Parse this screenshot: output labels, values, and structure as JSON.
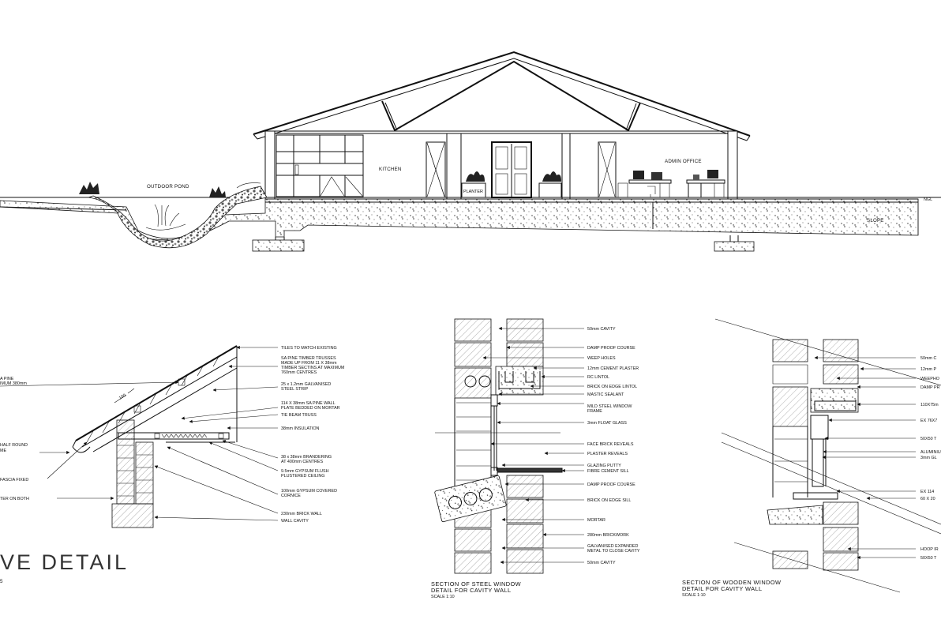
{
  "section": {
    "labels": {
      "outdoor_pond": "OUTDOOR POND",
      "kitchen": "KITCHEN",
      "admin_office": "ADMIN OFFICE",
      "planter": "PLANTER",
      "ngl": "NGL",
      "slope": "SLOPE"
    }
  },
  "eave_detail": {
    "title": "VE DETAIL",
    "scale": "5",
    "notes": [
      "TILES TO MATCH EXISTING",
      "SA PINE TIMBER TRUSSES",
      "MADE UP FROM 11 X 38mm",
      "TIMBER SECTINS AT MAXIMUM",
      "760mm CENTRES",
      "25 x 1.2mm GALVANISED",
      "STEEL STRIP",
      "114 X 38mm SA PINE WALL",
      "PLATE BEDDED ON MORTAR",
      "TIE BEAM TRUSS",
      "38mm INSULATION",
      "38 x 38mm BRANDERING",
      "AT 400mm CENTRES",
      "9.5mm GYPSUM FLUSH",
      "PLUSTERED CEILING",
      "100mm GYPSUM COVERED",
      "CORNICE",
      "230mm BRICK WALL",
      "WALL CAVITY"
    ],
    "left_notes": [
      "A PINE",
      "IMUM 380mm",
      "HALF ROUND",
      "ME",
      "FASCIA FIXED",
      "TER ON BOTH"
    ],
    "dim": "100"
  },
  "steel_window": {
    "notes": [
      "50mm CAVITY",
      "DAMP PROOF COURSE",
      "WEEP HOLES",
      "12mm CEMENT PLASTER",
      "RC LINTOL",
      "BRICK ON EDGE LINTOL",
      "MASTIC SEALANT",
      "MILD STEEL WINDOW",
      "FRAME",
      "3mm FLOAT GLASS",
      "FACE BRICK REVEALS",
      "PLASTER REVEALS",
      "GLAZING PUTTY",
      "FIBRE CEMENT SILL",
      "DAMP PROOF COURSE",
      "BRICK ON EDGE SILL",
      "MORTAR",
      "280mm BRICKWORK",
      "GALVANISED EXPANDED",
      "METAL TO CLOSE CAVITY",
      "50mm CAVITY"
    ],
    "caption": [
      "SECTION OF STEEL WINDOW",
      "DETAIL FOR CAVITY WALL",
      "SCALE 1:10"
    ]
  },
  "wooden_window": {
    "notes": [
      "50mm C",
      "12mm P",
      "WEEPHO",
      "DAMP PR",
      "110X75m",
      "EX 76X7",
      "50X50 T",
      "ALUMINIU",
      "3mm GL",
      "EX 114",
      "60 X 20",
      "HOOP IR",
      "50X50 T"
    ],
    "caption": [
      "SECTION OF WOODEN WINDOW",
      "DETAIL FOR CAVITY WALL",
      "SCALE 1:10"
    ]
  },
  "colors": {
    "ink": "#111111",
    "paper": "#ffffff"
  }
}
